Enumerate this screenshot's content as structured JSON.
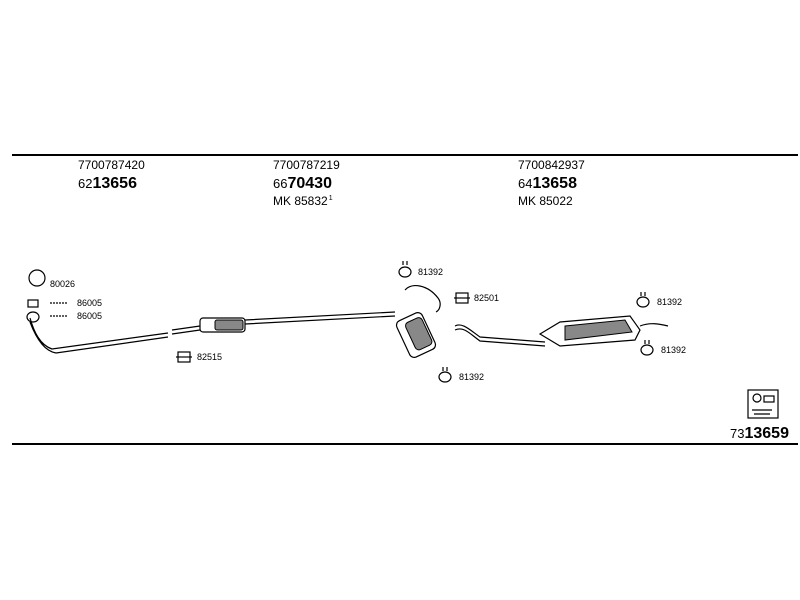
{
  "headers": [
    {
      "oe": "7700787420",
      "pn_prefix": "62",
      "pn_main": "13656",
      "mk": "",
      "note": ""
    },
    {
      "oe": "7700787219",
      "pn_prefix": "66",
      "pn_main": "70430",
      "mk": "MK 85832",
      "note": "1"
    },
    {
      "oe": "7700842937",
      "pn_prefix": "64",
      "pn_main": "13658",
      "mk": "MK 85022",
      "note": ""
    }
  ],
  "parts": {
    "ring": "80026",
    "bolt_a": "86005",
    "bolt_b": "86005",
    "clamp_front": "82515",
    "hanger_top": "81392",
    "clamp_mid": "82501",
    "hanger_mid_low": "81392",
    "hanger_rear_top": "81392",
    "hanger_rear_low": "81392"
  },
  "footer": {
    "pn_prefix": "73",
    "pn_main": "13659"
  }
}
